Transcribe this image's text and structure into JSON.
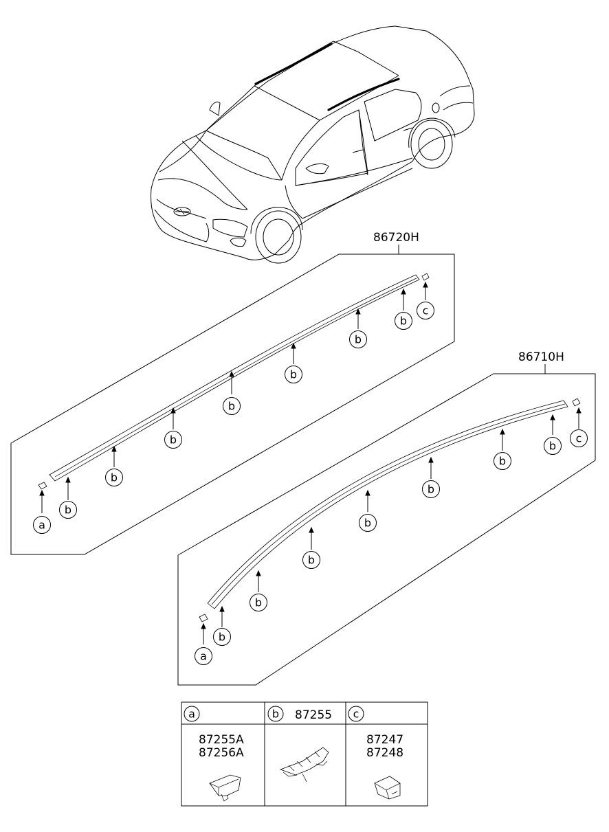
{
  "assemblies": [
    {
      "part_number": "86720H"
    },
    {
      "part_number": "86710H"
    }
  ],
  "callout_letters": {
    "a": "a",
    "b": "b",
    "c": "c"
  },
  "legend": {
    "a": {
      "letter": "a",
      "part_numbers": [
        "87255A",
        "87256A"
      ]
    },
    "b": {
      "letter": "b",
      "part_numbers": [
        "87255"
      ]
    },
    "c": {
      "letter": "c",
      "part_numbers": [
        "87247",
        "87248"
      ]
    }
  }
}
